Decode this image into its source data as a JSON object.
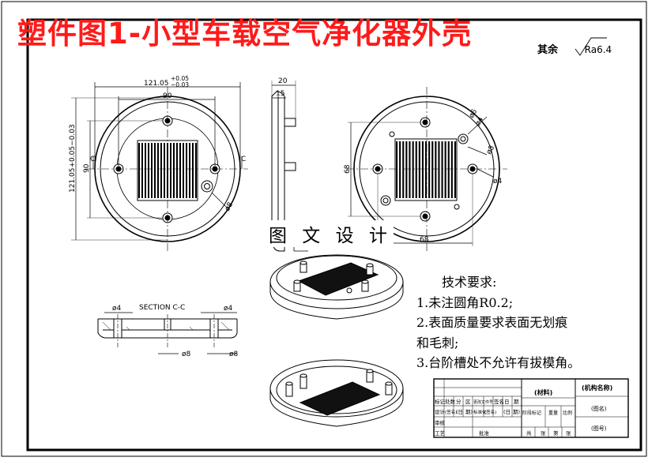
{
  "title": "塑件图1-小型车载空气净化器外壳",
  "watermark": "图 文 设 计",
  "roughness": {
    "label": "其余",
    "value": "Ra6.4"
  },
  "dimensions": {
    "front_tol_width": "121.05",
    "front_tol_width_upper": "+0.05",
    "front_tol_width_lower": "−0.03",
    "front_width": "90",
    "front_height": "90",
    "front_tol_height": "121.05+0.05−0.03",
    "section_mark_left": "C",
    "section_mark_right": "C",
    "hole_dia_front": "ø8",
    "side_depth": "20",
    "side_step": "15",
    "right_dia_top": "ø6",
    "right_dia_2": "ø4",
    "right_dia_3": "ø8",
    "right_dia_4": "ø4",
    "right_height": "68",
    "right_width": "68",
    "section_title": "SECTION C-C",
    "section_dia_left_top": "ø4",
    "section_dia_right_top": "ø4",
    "section_dia_bottom_mid": "ø8",
    "section_dia_bottom_right": "ø8"
  },
  "tech_requirements": {
    "heading": "技术要求:",
    "items": [
      "1.未注圆角R0.2;",
      "2.表面质量要求表面无划痕",
      "和毛刺;",
      "3.台阶槽处不允许有拔模角。"
    ]
  },
  "title_block": {
    "material": "(材料)",
    "org_name": "(机构名称)",
    "drawing_name": "(图名)",
    "drawing_no": "(图号)",
    "row1": [
      "标记",
      "处数",
      "分",
      "区",
      "更改文件号",
      "签名",
      "日",
      "期"
    ],
    "row2": [
      "设计",
      "(签名)",
      "(日",
      "期)",
      "标准化",
      "(签名)",
      "(日",
      "期)"
    ],
    "stage_header": [
      "阶段标记",
      "重量",
      "比例"
    ],
    "row_review": "审核",
    "row_process": "工艺",
    "approve": "批准",
    "sheets": [
      "共",
      "张",
      "第",
      "张"
    ]
  }
}
